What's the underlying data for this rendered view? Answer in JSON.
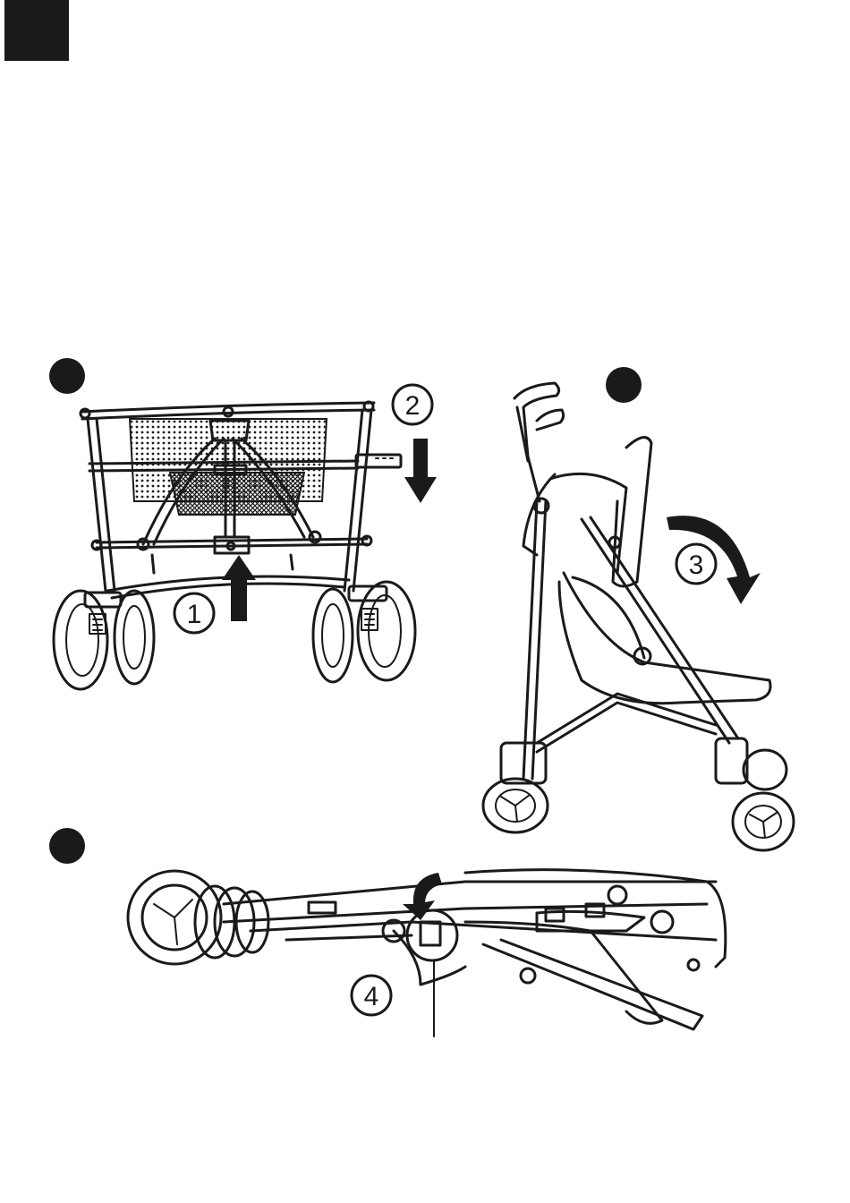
{
  "page": {
    "tab_color": "#1a1a1a",
    "ink_color": "#1a1a1a"
  },
  "steps": {
    "s1": "1",
    "s2": "2",
    "s3": "3",
    "s4": "4"
  }
}
